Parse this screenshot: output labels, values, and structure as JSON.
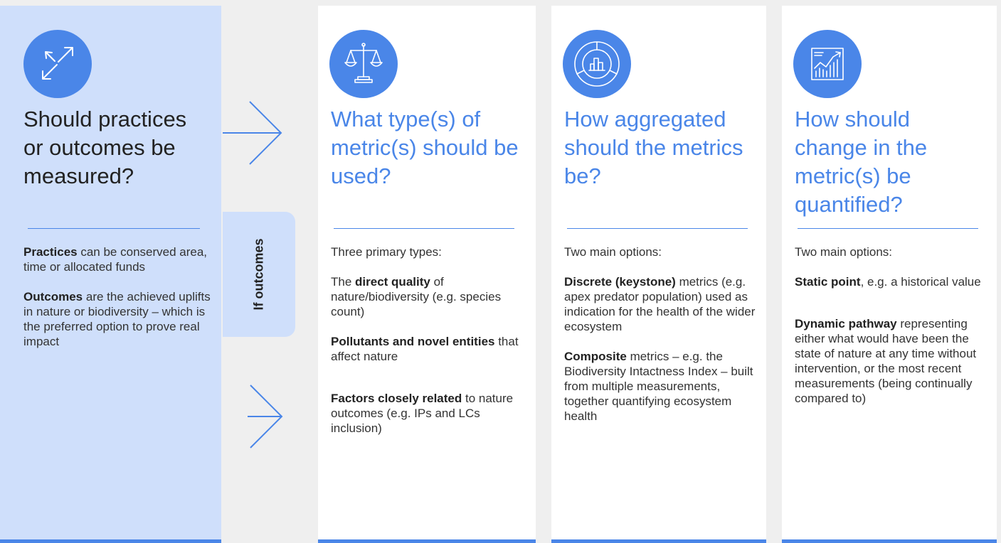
{
  "columns": {
    "practices": {
      "icon": "arrows-diagonal-icon",
      "title": "Should practices or outcomes be measured?",
      "p1_bold": "Practices",
      "p1_rest": " can be conserved area, time or allocated funds",
      "p2_bold": "Outcomes",
      "p2_rest": " are the achieved uplifts in nature or biodiversity – which is the preferred option to prove real impact"
    },
    "metric_type": {
      "icon": "balance-scale-icon",
      "title": "What type(s) of metric(s) should be used?",
      "intro": "Three primary types:",
      "i1_pre": "The ",
      "i1_bold": "direct quality",
      "i1_rest": " of nature/biodiversity (e.g. species count)",
      "i2_bold": "Pollutants and novel entities",
      "i2_rest": " that affect nature",
      "i3_bold": "Factors closely related",
      "i3_rest": " to nature outcomes (e.g. IPs and LCs inclusion)"
    },
    "aggregation": {
      "icon": "aggregate-chart-icon",
      "title": "How aggregated should the metrics be?",
      "intro": "Two main options:",
      "i1_bold": "Discrete (keystone)",
      "i1_rest": " metrics (e.g. apex predator population) used as indication for the health of the wider ecosystem",
      "i2_bold": "Composite",
      "i2_rest": " metrics – e.g. the Biodiversity Intactness Index – built from multiple measurements, together quantifying ecosystem health"
    },
    "change": {
      "icon": "trend-chart-icon",
      "title": "How should change in the metric(s) be quantified?",
      "intro": "Two main options:",
      "i1_bold": "Static point",
      "i1_rest": ", e.g. a historical value",
      "i2_bold": "Dynamic pathway",
      "i2_rest": " representing either what would have been the state of nature at any time without intervention, or the most recent measurements (being continually compared to)"
    }
  },
  "connector": {
    "label": "If outcomes"
  },
  "colors": {
    "accent": "#4a86e8",
    "panel": "#cfdffb",
    "background": "#efefef"
  }
}
